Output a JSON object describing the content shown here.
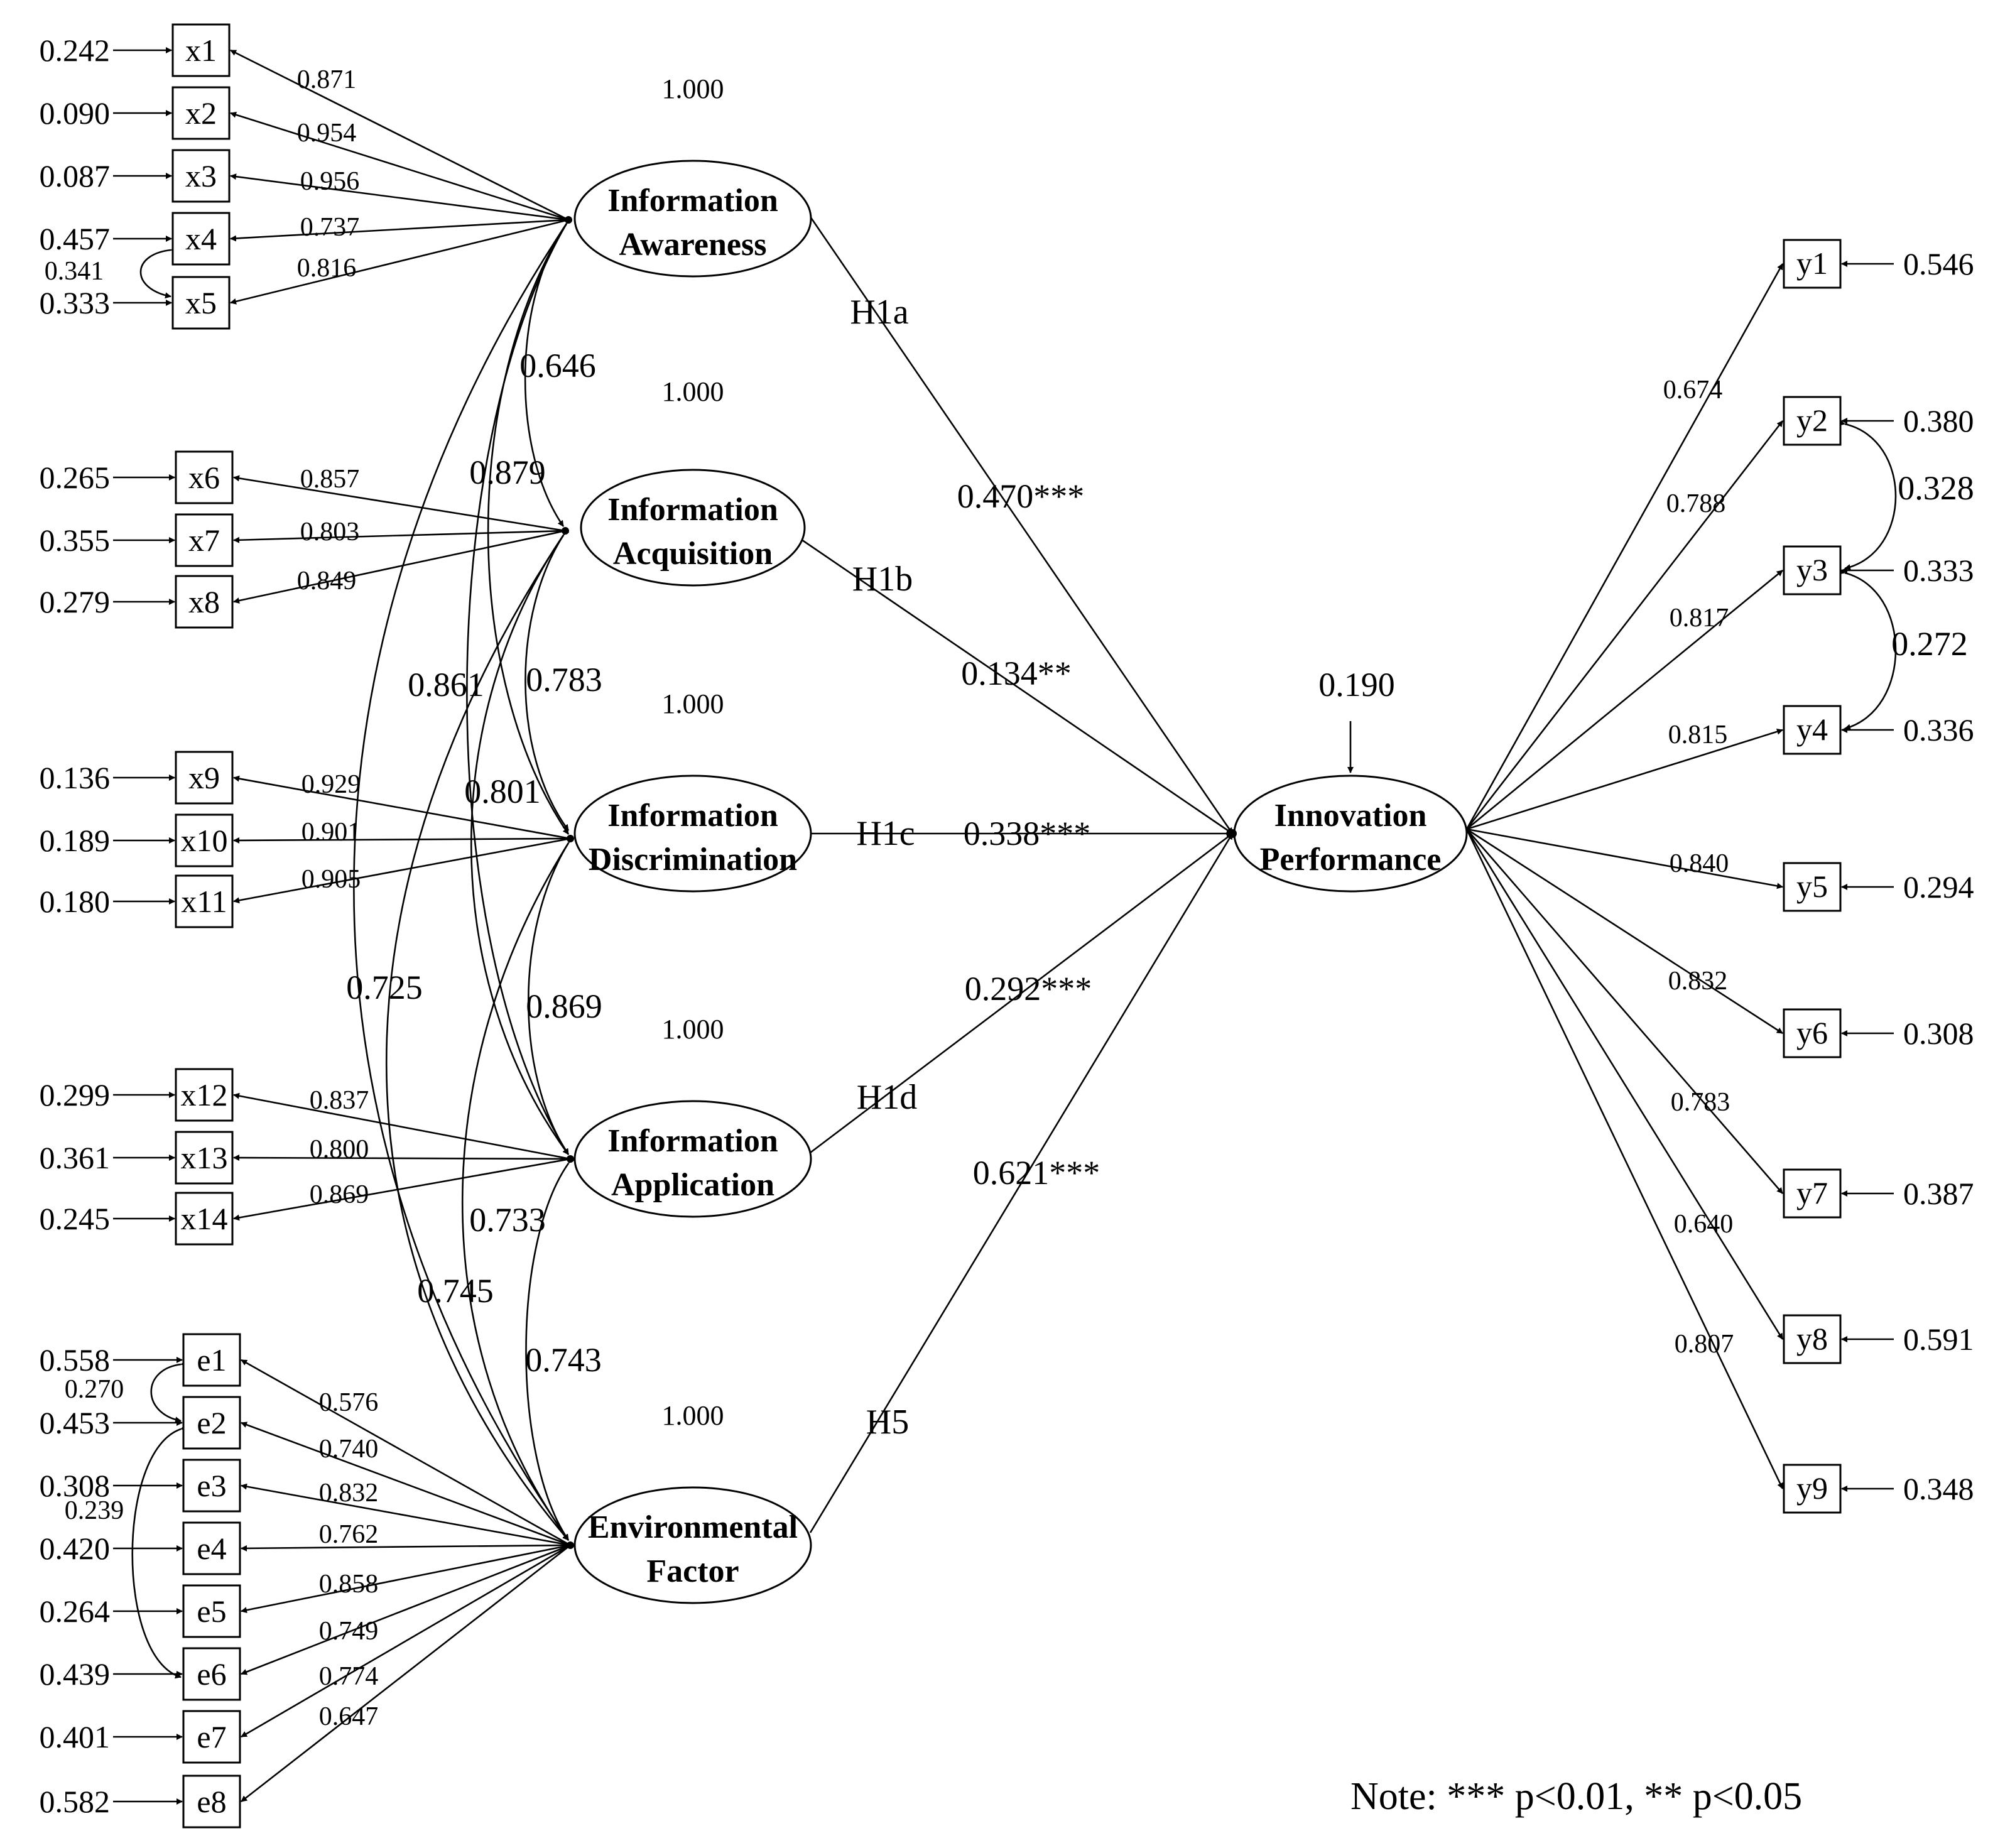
{
  "latents": [
    {
      "id": "ia",
      "label_lines": [
        "Information",
        "Awareness"
      ],
      "variance": "1.000"
    },
    {
      "id": "iq",
      "label_lines": [
        "Information",
        "Acquisition"
      ],
      "variance": "1.000"
    },
    {
      "id": "id",
      "label_lines": [
        "Information",
        "Discrimination"
      ],
      "variance": "1.000"
    },
    {
      "id": "ip",
      "label_lines": [
        "Information",
        "Application"
      ],
      "variance": "1.000"
    },
    {
      "id": "ef",
      "label_lines": [
        "Environmental",
        "Factor"
      ],
      "variance": "1.000"
    },
    {
      "id": "perf",
      "label_lines": [
        "Innovation",
        "Performance"
      ],
      "residual": "0.190"
    }
  ],
  "indicators_left": [
    {
      "name": "x1",
      "factor": "ia",
      "error": "0.242",
      "loading": "0.871"
    },
    {
      "name": "x2",
      "factor": "ia",
      "error": "0.090",
      "loading": "0.954"
    },
    {
      "name": "x3",
      "factor": "ia",
      "error": "0.087",
      "loading": "0.956"
    },
    {
      "name": "x4",
      "factor": "ia",
      "error": "0.457",
      "loading": "0.737"
    },
    {
      "name": "x5",
      "factor": "ia",
      "error": "0.333",
      "loading": "0.816"
    },
    {
      "name": "x6",
      "factor": "iq",
      "error": "0.265",
      "loading": "0.857"
    },
    {
      "name": "x7",
      "factor": "iq",
      "error": "0.355",
      "loading": "0.803"
    },
    {
      "name": "x8",
      "factor": "iq",
      "error": "0.279",
      "loading": "0.849"
    },
    {
      "name": "x9",
      "factor": "id",
      "error": "0.136",
      "loading": "0.929"
    },
    {
      "name": "x10",
      "factor": "id",
      "error": "0.189",
      "loading": "0.901"
    },
    {
      "name": "x11",
      "factor": "id",
      "error": "0.180",
      "loading": "0.905"
    },
    {
      "name": "x12",
      "factor": "ip",
      "error": "0.299",
      "loading": "0.837"
    },
    {
      "name": "x13",
      "factor": "ip",
      "error": "0.361",
      "loading": "0.800"
    },
    {
      "name": "x14",
      "factor": "ip",
      "error": "0.245",
      "loading": "0.869"
    },
    {
      "name": "e1",
      "factor": "ef",
      "error": "0.558",
      "loading": "0.576"
    },
    {
      "name": "e2",
      "factor": "ef",
      "error": "0.453",
      "loading": "0.740"
    },
    {
      "name": "e3",
      "factor": "ef",
      "error": "0.308",
      "loading": "0.832"
    },
    {
      "name": "e4",
      "factor": "ef",
      "error": "0.420",
      "loading": "0.762"
    },
    {
      "name": "e5",
      "factor": "ef",
      "error": "0.264",
      "loading": "0.858"
    },
    {
      "name": "e6",
      "factor": "ef",
      "error": "0.439",
      "loading": "0.749"
    },
    {
      "name": "e7",
      "factor": "ef",
      "error": "0.401",
      "loading": "0.774"
    },
    {
      "name": "e8",
      "factor": "ef",
      "error": "0.582",
      "loading": "0.647"
    }
  ],
  "indicators_right": [
    {
      "name": "y1",
      "error": "0.546",
      "loading": "0.674"
    },
    {
      "name": "y2",
      "error": "0.380",
      "loading": "0.788"
    },
    {
      "name": "y3",
      "error": "0.333",
      "loading": "0.817"
    },
    {
      "name": "y4",
      "error": "0.336",
      "loading": "0.815"
    },
    {
      "name": "y5",
      "error": "0.294",
      "loading": "0.840"
    },
    {
      "name": "y6",
      "error": "0.308",
      "loading": "0.832"
    },
    {
      "name": "y7",
      "error": "0.387",
      "loading": "0.783"
    },
    {
      "name": "y8",
      "error": "0.591",
      "loading": "0.640"
    },
    {
      "name": "y9",
      "error": "0.348",
      "loading": "0.807"
    }
  ],
  "error_correlations": [
    {
      "from": "x4",
      "to": "x5",
      "value": "0.341"
    },
    {
      "from": "e1",
      "to": "e2",
      "value": "0.270"
    },
    {
      "from": "e2",
      "to": "e6",
      "value": "0.239"
    },
    {
      "from": "y2",
      "to": "y3",
      "value": "0.328"
    },
    {
      "from": "y3",
      "to": "y4",
      "value": "0.272"
    }
  ],
  "factor_correlations": [
    {
      "from": "ia",
      "to": "iq",
      "value": "0.646"
    },
    {
      "from": "ia",
      "to": "id",
      "value": "0.879"
    },
    {
      "from": "ia",
      "to": "ip",
      "value": "0.861"
    },
    {
      "from": "ia",
      "to": "ef",
      "value": "0.725"
    },
    {
      "from": "iq",
      "to": "id",
      "value": "0.783"
    },
    {
      "from": "iq",
      "to": "ip",
      "value": "0.801"
    },
    {
      "from": "iq",
      "to": "ef",
      "value": "0.745"
    },
    {
      "from": "id",
      "to": "ip",
      "value": "0.869"
    },
    {
      "from": "id",
      "to": "ef",
      "value": "0.733"
    },
    {
      "from": "ip",
      "to": "ef",
      "value": "0.743"
    }
  ],
  "structural_paths": [
    {
      "from": "ia",
      "hypothesis": "H1a",
      "coefficient": "0.470***"
    },
    {
      "from": "iq",
      "hypothesis": "H1b",
      "coefficient": "0.134**"
    },
    {
      "from": "id",
      "hypothesis": "H1c",
      "coefficient": "0.338***"
    },
    {
      "from": "ip",
      "hypothesis": "H1d",
      "coefficient": "0.292***"
    },
    {
      "from": "ef",
      "hypothesis": "H5",
      "coefficient": "0.621***"
    }
  ],
  "note": "Note: *** p<0.01, ** p<0.05"
}
